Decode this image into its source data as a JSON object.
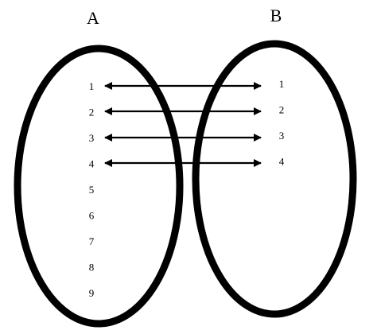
{
  "sets": {
    "a": {
      "label": "A",
      "elements": [
        "1",
        "2",
        "3",
        "4",
        "5",
        "6",
        "7",
        "8",
        "9"
      ]
    },
    "b": {
      "label": "B",
      "elements": [
        "1",
        "2",
        "3",
        "4"
      ]
    }
  },
  "mapping": [
    {
      "from": "1",
      "to": "1"
    },
    {
      "from": "2",
      "to": "2"
    },
    {
      "from": "3",
      "to": "3"
    },
    {
      "from": "4",
      "to": "4"
    }
  ],
  "arrow_style": "double-headed",
  "colors": {
    "stroke": "#000000",
    "background": "#ffffff"
  }
}
